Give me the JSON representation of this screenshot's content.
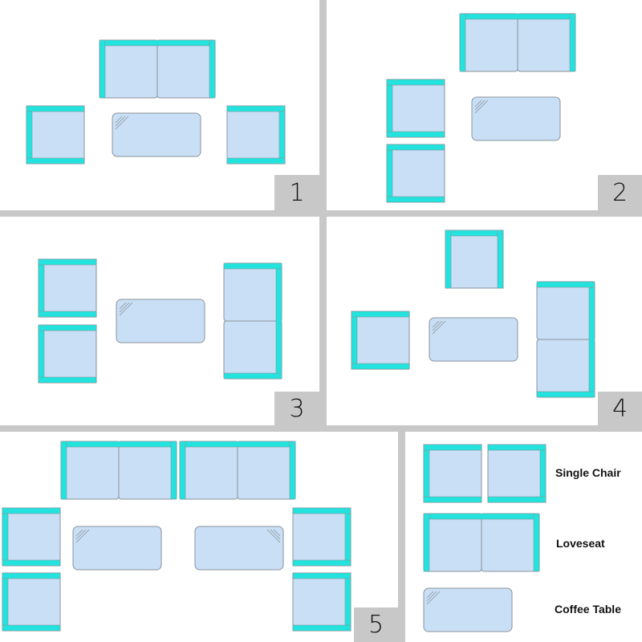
{
  "layouts": [
    {
      "number": "1"
    },
    {
      "number": "2"
    },
    {
      "number": "3"
    },
    {
      "number": "4"
    },
    {
      "number": "5"
    }
  ],
  "legend": {
    "single_chair": "Single Chair",
    "loveseat": "Loveseat",
    "coffee_table": "Coffee Table"
  },
  "colors": {
    "cushion": "#c9dff5",
    "arm": "#22e3dd",
    "outline": "#8a939c",
    "background": "#c8c8c8"
  }
}
